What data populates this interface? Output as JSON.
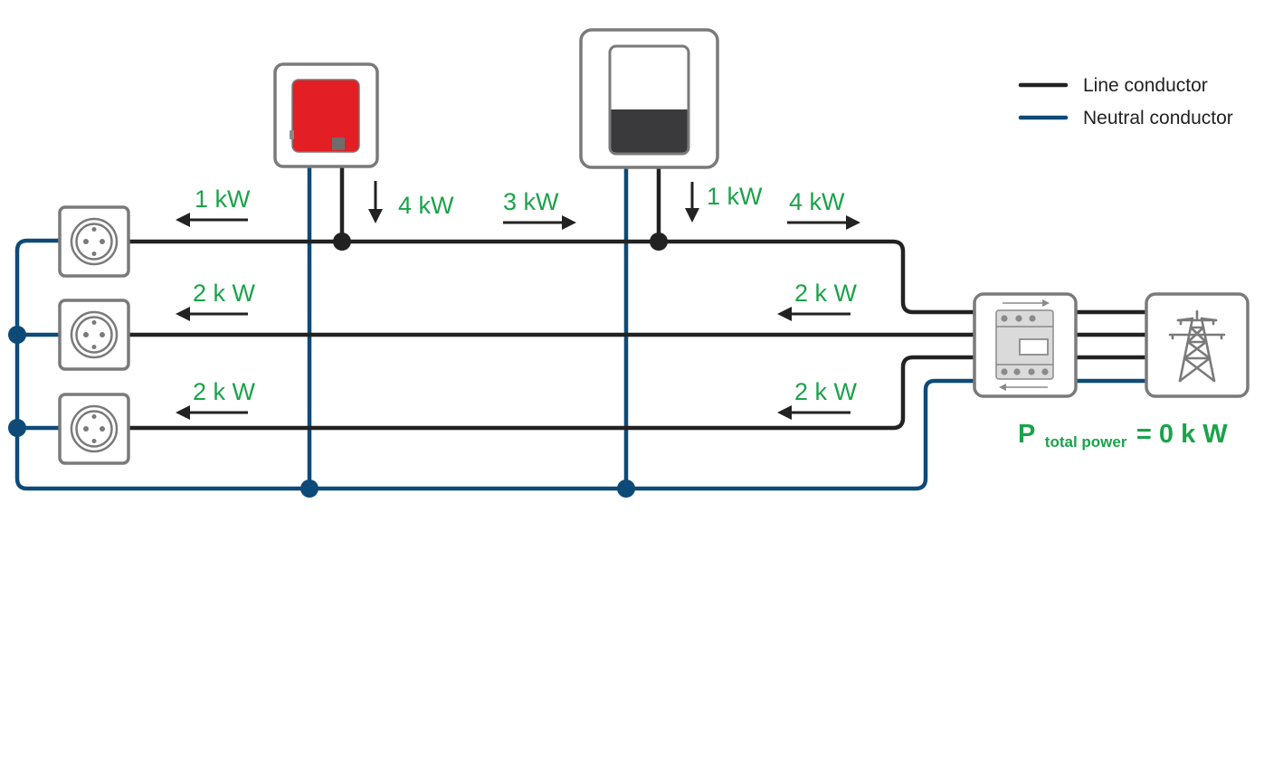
{
  "colors": {
    "line_conductor": "#222222",
    "neutral_conductor": "#0e4a78",
    "power_text": "#1aa34a",
    "device_frame": "#7a7a7a",
    "inverter_red": "#e31e24",
    "battery_dark": "#3a3a3c",
    "background": "#ffffff"
  },
  "legend": {
    "line_label": "Line conductor",
    "neutral_label": "Neutral conductor"
  },
  "icons": {
    "inverter": "pv-inverter-icon",
    "battery": "battery-storage-icon",
    "meter": "energy-meter-icon",
    "grid": "power-pylon-icon",
    "socket": "power-socket-icon"
  },
  "flows": {
    "to_socket_1": "1 kW",
    "inverter_feed": "4 kW",
    "between_devices": "3 kW",
    "battery_draw": "1 kW",
    "to_meter_l1": "4 kW",
    "to_socket_2": "2 k W",
    "from_grid_l2": "2 k W",
    "to_socket_3": "2 k W",
    "from_grid_l3": "2 k W"
  },
  "total": {
    "symbol": "P",
    "subscript": "total power",
    "value": "= 0 k W"
  }
}
